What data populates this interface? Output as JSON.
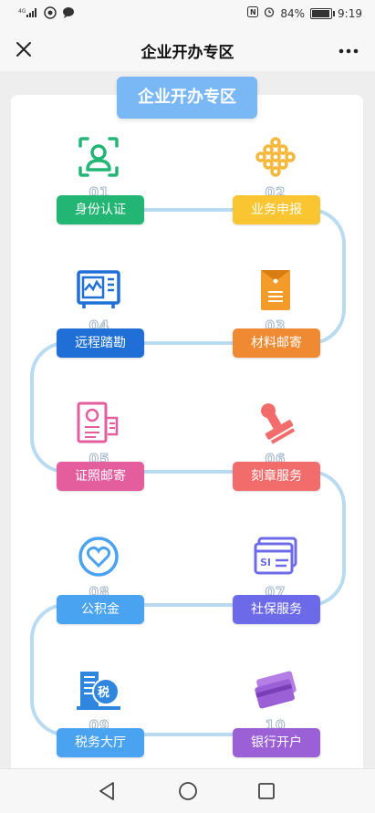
{
  "status_bar": {
    "signal_text": "4G",
    "battery": "84%",
    "time": "9:19"
  },
  "nav": {
    "title": "企业开办专区",
    "close_icon": "close-icon",
    "more_icon": "more-icon",
    "more_glyph": "•••"
  },
  "page": {
    "header": "企业开办专区"
  },
  "colors": {
    "green": "#22b573",
    "yellow": "#f9c531",
    "blue_dark": "#1f6fd6",
    "orange": "#f08a32",
    "pink": "#e45e9e",
    "salmon": "#f26c6c",
    "sky": "#4aa3f0",
    "indigo": "#6c6ae8",
    "purple": "#9b5fd6",
    "path": "#b9dbf1"
  },
  "steps": [
    {
      "num": "01",
      "label": "身份认证",
      "icon": "face-recognition-icon"
    },
    {
      "num": "02",
      "label": "业务申报",
      "icon": "chain-links-icon"
    },
    {
      "num": "03",
      "label": "材料邮寄",
      "icon": "envelope-icon"
    },
    {
      "num": "04",
      "label": "远程踏勘",
      "icon": "monitor-chart-icon"
    },
    {
      "num": "05",
      "label": "证照邮寄",
      "icon": "id-card-icon"
    },
    {
      "num": "06",
      "label": "刻章服务",
      "icon": "stamp-icon"
    },
    {
      "num": "07",
      "label": "社保服务",
      "icon": "si-card-icon"
    },
    {
      "num": "08",
      "label": "公积金",
      "icon": "heart-hand-icon"
    },
    {
      "num": "09",
      "label": "税务大厅",
      "icon": "tax-building-icon"
    },
    {
      "num": "10",
      "label": "银行开户",
      "icon": "bank-card-icon"
    }
  ]
}
